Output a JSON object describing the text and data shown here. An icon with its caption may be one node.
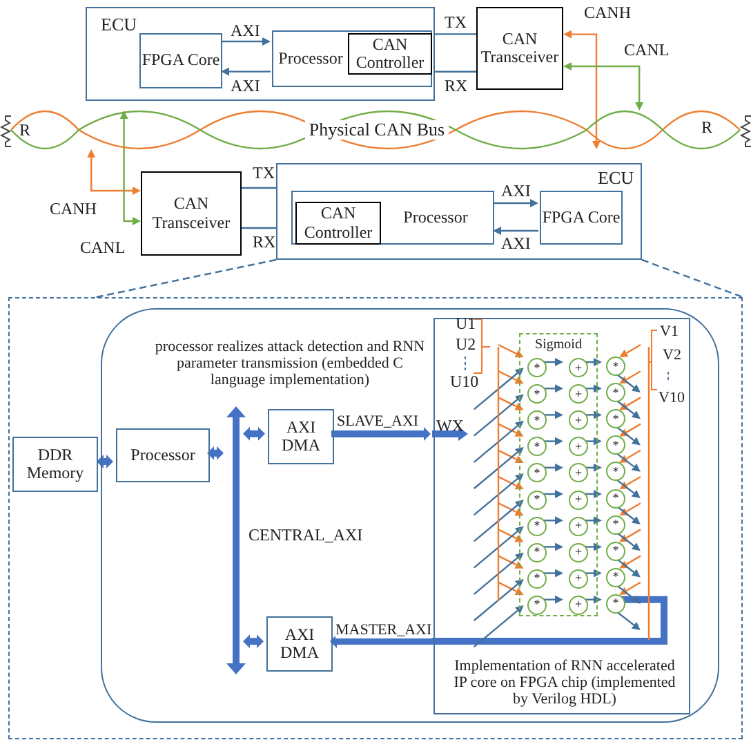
{
  "diagram": {
    "nodes": [
      {
        "text": [
          "ECU"
        ]
      },
      {
        "text": [
          "FPGA Core"
        ],
        "in": 0
      },
      {
        "text": [
          "Processor"
        ],
        "in": 0
      },
      {
        "text": [
          "CAN Controller"
        ],
        "in": 2
      },
      {
        "text": [
          "CAN Transceiver"
        ]
      },
      {
        "text": [
          "Physical CAN Bus"
        ]
      },
      {
        "text": [
          "CAN Transceiver"
        ]
      },
      {
        "text": [
          "ECU"
        ]
      },
      {
        "text": [
          "Processor"
        ],
        "in": 7
      },
      {
        "text": [
          "CAN Controller"
        ],
        "in": 8
      },
      {
        "text": [
          "FPGA Core"
        ],
        "in": 7
      },
      {
        "text": [],
        "shape": "box"
      },
      {
        "text": [
          "DDR Memory"
        ],
        "in": 11
      },
      {
        "text": [
          "processor realizes attack detection and RNN parameter transmission (embedded C language implementation)"
        ],
        "in": 11
      },
      {
        "text": [
          "Processor"
        ],
        "in": 13
      },
      {
        "text": [],
        "shape": "bar",
        "beside": [
          "CENTRAL_AXI"
        ],
        "in": 13
      },
      {
        "text": [
          "AXI DMA"
        ],
        "in": 13
      },
      {
        "text": [
          "AXI DMA"
        ],
        "in": 13
      },
      {
        "text": [
          "Implementation of RNN accelerated IP core on FPGA chip (implemented by Verilog HDL)"
        ],
        "in": 13
      },
      {
        "text": [
          "Sigmoid"
        ],
        "in": 18
      },
      {
        "text": [
          "*"
        ],
        "in": 19
      },
      {
        "text": [
          "*"
        ],
        "in": 19
      },
      {
        "text": [
          "*"
        ],
        "in": 19
      },
      {
        "text": [
          "*"
        ],
        "in": 19
      },
      {
        "text": [
          "*"
        ],
        "in": 19
      },
      {
        "text": [
          "*"
        ],
        "in": 19
      },
      {
        "text": [
          "*"
        ],
        "in": 19
      },
      {
        "text": [
          "*"
        ],
        "in": 19
      },
      {
        "text": [
          "*"
        ],
        "in": 19
      },
      {
        "text": [
          "*"
        ],
        "in": 19
      },
      {
        "text": [
          "+"
        ],
        "in": 19
      },
      {
        "text": [
          "+"
        ],
        "in": 19
      },
      {
        "text": [
          "+"
        ],
        "in": 19
      },
      {
        "text": [
          "+"
        ],
        "in": 19
      },
      {
        "text": [
          "+"
        ],
        "in": 19
      },
      {
        "text": [
          "+"
        ],
        "in": 19
      },
      {
        "text": [
          "+"
        ],
        "in": 19
      },
      {
        "text": [
          "+"
        ],
        "in": 19
      },
      {
        "text": [
          "+"
        ],
        "in": 19
      },
      {
        "text": [
          "+"
        ],
        "in": 19
      },
      {
        "text": [
          "*"
        ],
        "in": 18
      },
      {
        "text": [
          "*"
        ],
        "in": 18
      },
      {
        "text": [
          "*"
        ],
        "in": 18
      },
      {
        "text": [
          "*"
        ],
        "in": 18
      },
      {
        "text": [
          "*"
        ],
        "in": 18
      },
      {
        "text": [
          "*"
        ],
        "in": 18
      },
      {
        "text": [
          "*"
        ],
        "in": 18
      },
      {
        "text": [
          "*"
        ],
        "in": 18
      },
      {
        "text": [
          "*"
        ],
        "in": 18
      },
      {
        "text": [
          "*"
        ],
        "in": 18
      },
      {
        "text": [],
        "shape": "bar",
        "in": 18
      },
      {
        "text": [],
        "shape": "bar",
        "in": 18
      }
    ],
    "edges": [
      {
        "from": 1,
        "to": 2,
        "arrow": "to",
        "label": "AXI"
      },
      {
        "from": 2,
        "to": 1,
        "arrow": "to",
        "label": "AXI"
      },
      {
        "from": 0,
        "to": 4,
        "arrow": "none",
        "label": "TX"
      },
      {
        "from": 0,
        "to": 4,
        "arrow": "none",
        "label": "RX"
      },
      {
        "from": 4,
        "to": 5,
        "arrow": "both",
        "label": "CANH",
        "color": "#ed7d31"
      },
      {
        "from": 4,
        "to": 5,
        "arrow": "both",
        "label": "CANL",
        "color": "#70ad47"
      },
      {
        "from": 8,
        "to": 10,
        "arrow": "to",
        "label": "AXI"
      },
      {
        "from": 10,
        "to": 8,
        "arrow": "to",
        "label": "AXI"
      },
      {
        "from": 6,
        "to": 7,
        "arrow": "none",
        "label": "TX"
      },
      {
        "from": 6,
        "to": 7,
        "arrow": "none",
        "label": "RX"
      },
      {
        "from": 6,
        "to": 5,
        "arrow": "both",
        "label": "CANH",
        "color": "#ed7d31"
      },
      {
        "from": 6,
        "to": 5,
        "arrow": "both",
        "label": "CANL",
        "color": "#70ad47"
      },
      {
        "from": 7,
        "to": 11,
        "arrow": "none",
        "style": "dashed"
      },
      {
        "from": 7,
        "to": 11,
        "arrow": "none",
        "style": "dashed"
      },
      {
        "from": 12,
        "to": 14,
        "arrow": "both",
        "style": "thick"
      },
      {
        "from": 14,
        "to": 15,
        "arrow": "both",
        "style": "thick"
      },
      {
        "from": 15,
        "to": 16,
        "arrow": "both",
        "style": "thick"
      },
      {
        "from": 15,
        "to": 17,
        "arrow": "both",
        "style": "thick"
      },
      {
        "from": 16,
        "to": 18,
        "arrow": "to",
        "style": "thick",
        "label": "SLAVE_AXI"
      },
      {
        "from": 49,
        "to": 17,
        "arrow": "to",
        "style": "thick",
        "label": "MASTER_AXI"
      },
      {
        "from": 20,
        "to": 30,
        "arrow": "to"
      },
      {
        "from": 30,
        "to": 40,
        "arrow": "to"
      },
      {
        "from": 21,
        "to": 31,
        "arrow": "to"
      },
      {
        "from": 31,
        "to": 41,
        "arrow": "to"
      },
      {
        "from": 22,
        "to": 32,
        "arrow": "to"
      },
      {
        "from": 32,
        "to": 42,
        "arrow": "to"
      },
      {
        "from": 23,
        "to": 33,
        "arrow": "to"
      },
      {
        "from": 33,
        "to": 43,
        "arrow": "to"
      },
      {
        "from": 24,
        "to": 34,
        "arrow": "to"
      },
      {
        "from": 34,
        "to": 44,
        "arrow": "to"
      },
      {
        "from": 25,
        "to": 35,
        "arrow": "to"
      },
      {
        "from": 35,
        "to": 45,
        "arrow": "to"
      },
      {
        "from": 26,
        "to": 36,
        "arrow": "to"
      },
      {
        "from": 36,
        "to": 46,
        "arrow": "to"
      },
      {
        "from": 27,
        "to": 37,
        "arrow": "to"
      },
      {
        "from": 37,
        "to": 47,
        "arrow": "to"
      },
      {
        "from": 28,
        "to": 38,
        "arrow": "to"
      },
      {
        "from": 38,
        "to": 48,
        "arrow": "to"
      },
      {
        "from": 29,
        "to": 39,
        "arrow": "to"
      },
      {
        "from": 39,
        "to": 49,
        "arrow": "to"
      },
      {
        "from": 50,
        "to": 20,
        "arrow": "to",
        "color": "#ed7d31"
      },
      {
        "from": 50,
        "to": 21,
        "arrow": "to",
        "color": "#ed7d31"
      },
      {
        "from": 50,
        "to": 22,
        "arrow": "to",
        "color": "#ed7d31"
      },
      {
        "from": 50,
        "to": 23,
        "arrow": "to",
        "color": "#ed7d31"
      },
      {
        "from": 50,
        "to": 24,
        "arrow": "to",
        "color": "#ed7d31"
      },
      {
        "from": 50,
        "to": 25,
        "arrow": "to",
        "color": "#ed7d31"
      },
      {
        "from": 50,
        "to": 26,
        "arrow": "to",
        "color": "#ed7d31"
      },
      {
        "from": 50,
        "to": 27,
        "arrow": "to",
        "color": "#ed7d31"
      },
      {
        "from": 50,
        "to": 28,
        "arrow": "to",
        "color": "#ed7d31"
      },
      {
        "from": 50,
        "to": 29,
        "arrow": "to",
        "color": "#ed7d31"
      },
      {
        "from": null,
        "to": 20,
        "arrow": "to"
      },
      {
        "from": null,
        "to": 21,
        "arrow": "to"
      },
      {
        "from": null,
        "to": 22,
        "arrow": "to"
      },
      {
        "from": null,
        "to": 23,
        "arrow": "to"
      },
      {
        "from": null,
        "to": 24,
        "arrow": "to"
      },
      {
        "from": null,
        "to": 25,
        "arrow": "to"
      },
      {
        "from": null,
        "to": 26,
        "arrow": "to"
      },
      {
        "from": null,
        "to": 27,
        "arrow": "to"
      },
      {
        "from": null,
        "to": 28,
        "arrow": "to"
      },
      {
        "from": null,
        "to": 29,
        "arrow": "to"
      },
      {
        "from": 51,
        "to": 40,
        "arrow": "to",
        "color": "#ed7d31"
      },
      {
        "from": 51,
        "to": 41,
        "arrow": "to",
        "color": "#ed7d31"
      },
      {
        "from": 51,
        "to": 42,
        "arrow": "to",
        "color": "#ed7d31"
      },
      {
        "from": 51,
        "to": 43,
        "arrow": "to",
        "color": "#ed7d31"
      },
      {
        "from": 51,
        "to": 44,
        "arrow": "to",
        "color": "#ed7d31"
      },
      {
        "from": 51,
        "to": 45,
        "arrow": "to",
        "color": "#ed7d31"
      },
      {
        "from": 51,
        "to": 46,
        "arrow": "to",
        "color": "#ed7d31"
      },
      {
        "from": 51,
        "to": 47,
        "arrow": "to",
        "color": "#ed7d31"
      },
      {
        "from": 51,
        "to": 48,
        "arrow": "to",
        "color": "#ed7d31"
      },
      {
        "from": 51,
        "to": 49,
        "arrow": "to",
        "color": "#ed7d31"
      },
      {
        "from": 40,
        "to": 51,
        "arrow": "to"
      },
      {
        "from": 41,
        "to": 51,
        "arrow": "to"
      },
      {
        "from": 42,
        "to": 51,
        "arrow": "to"
      },
      {
        "from": 43,
        "to": 51,
        "arrow": "to"
      },
      {
        "from": 44,
        "to": 51,
        "arrow": "to"
      },
      {
        "from": 45,
        "to": 51,
        "arrow": "to"
      },
      {
        "from": 46,
        "to": 51,
        "arrow": "to"
      },
      {
        "from": 47,
        "to": 51,
        "arrow": "to"
      },
      {
        "from": 48,
        "to": 51,
        "arrow": "to"
      },
      {
        "from": 49,
        "to": 51,
        "arrow": "to"
      }
    ],
    "labels": [
      "R",
      "R",
      "WX",
      "U1",
      "U2",
      "U10",
      "V1",
      "V2",
      "V10"
    ]
  }
}
